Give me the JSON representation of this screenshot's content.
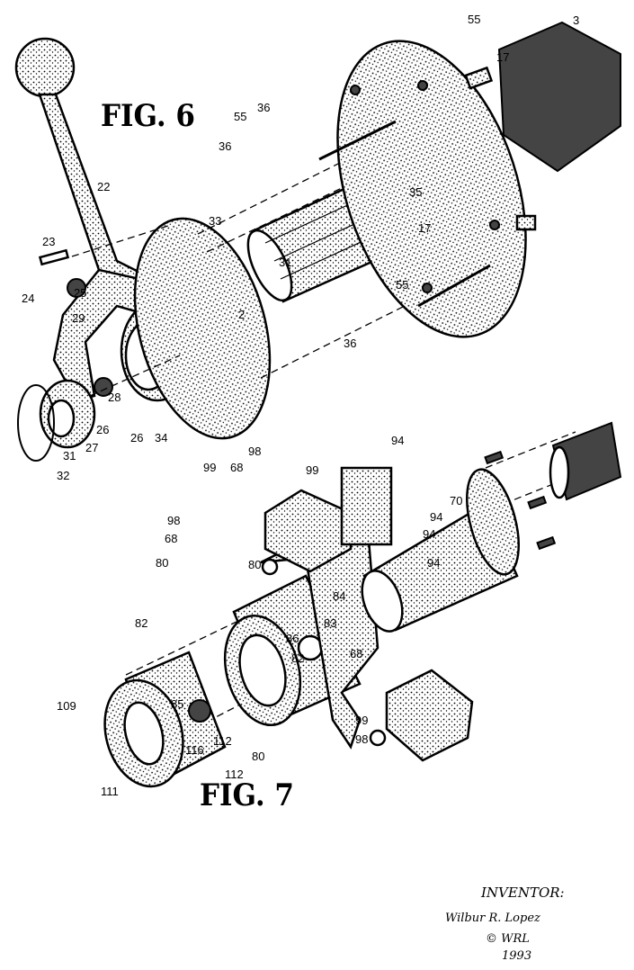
{
  "fig6": {
    "title": "FIG. 6",
    "labels": [
      "55",
      "3",
      "17",
      "55",
      "36",
      "36",
      "22",
      "35",
      "33",
      "17",
      "23",
      "31",
      "55",
      "25",
      "2",
      "24",
      "29",
      "36",
      "28",
      "26",
      "26",
      "34",
      "27",
      "31",
      "32"
    ]
  },
  "fig7": {
    "title": "FIG. 7",
    "labels": [
      "98",
      "99",
      "68",
      "99",
      "94",
      "70",
      "94",
      "94",
      "98",
      "68",
      "94",
      "80",
      "80",
      "84",
      "83",
      "82",
      "86",
      "82",
      "68",
      "109",
      "85",
      "99",
      "98",
      "116",
      "112",
      "80",
      "112",
      "111"
    ]
  },
  "inventor": {
    "heading": "INVENTOR:",
    "signature": "Wilbur R. Lopez",
    "copyright": "© WRL",
    "year": "1993"
  }
}
